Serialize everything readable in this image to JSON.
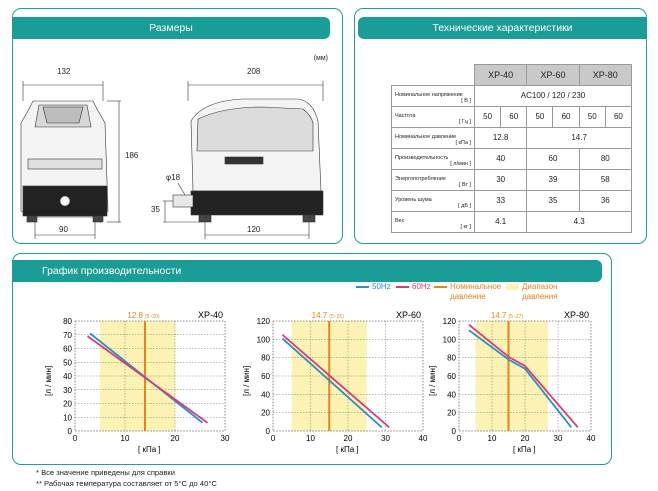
{
  "dimensions": {
    "title": "Размеры",
    "unit": "(мм)",
    "front_width": "132",
    "height": "186",
    "base_width": "90",
    "side_length": "208",
    "pipe_diameter": "φ18",
    "pipe_height": "35",
    "foot_span": "120"
  },
  "specs": {
    "title": "Технические характеристики",
    "models": [
      "XP-40",
      "XP-60",
      "XP-80"
    ],
    "rows": [
      {
        "label": "Номинальное напряжение",
        "unit": "[ В ]",
        "cells": [
          "AC100 / 120 / 230"
        ]
      },
      {
        "label": "Частота",
        "unit": "[ Гц ]",
        "cells": [
          "50",
          "60",
          "50",
          "60",
          "50",
          "60"
        ]
      },
      {
        "label": "Номинальное давление",
        "unit": "[ кПа ]",
        "cells": [
          "12.8",
          "14.7"
        ]
      },
      {
        "label": "Производительность",
        "unit": "[ л/мин ]",
        "cells": [
          "40",
          "60",
          "80"
        ]
      },
      {
        "label": "Энергопотребление",
        "unit": "[ Вт ]",
        "cells": [
          "30",
          "39",
          "58"
        ]
      },
      {
        "label": "Уровень шума",
        "unit": "[ дБ ]",
        "cells": [
          "33",
          "35",
          "36"
        ]
      },
      {
        "label": "Вес",
        "unit": "[ кг ]",
        "cells": [
          "4.1",
          "4.3"
        ]
      }
    ]
  },
  "performance": {
    "title": "График производительности",
    "legend": {
      "hz50": "50Hz",
      "hz60": "60Hz",
      "nominal": "Номинальное давление",
      "range": "Диапазон давления"
    },
    "colors": {
      "hz50": "#2a8fc9",
      "hz60": "#d63b7c",
      "nominal": "#e8821e",
      "range": "#fbf2b3"
    },
    "ylabel": "[л / мин]",
    "xlabel": "[ кПа ]",
    "notes": [
      "*  Все значение приведены для справки",
      "** Рабочая температура составляет от 5°C до 40°C"
    ]
  },
  "chart_data": [
    {
      "type": "line",
      "title": "XP-40",
      "xlim": [
        0,
        30
      ],
      "ylim": [
        0,
        80
      ],
      "xticks": [
        0,
        10,
        20,
        30
      ],
      "yticks": [
        0,
        10,
        20,
        30,
        40,
        50,
        60,
        70,
        80
      ],
      "nominal": 14,
      "nominal_label": "12.8",
      "range_label": "(5~20)",
      "range": [
        5,
        20
      ],
      "series": [
        {
          "name": "50Hz",
          "x": [
            3,
            25.5
          ],
          "y": [
            71,
            6
          ]
        },
        {
          "name": "60Hz",
          "x": [
            2.5,
            26.5
          ],
          "y": [
            69,
            6
          ]
        }
      ]
    },
    {
      "type": "line",
      "title": "XP-60",
      "xlim": [
        0,
        40
      ],
      "ylim": [
        0,
        120
      ],
      "xticks": [
        0,
        10,
        20,
        30,
        40
      ],
      "yticks": [
        0,
        20,
        40,
        60,
        80,
        100,
        120
      ],
      "nominal": 15,
      "nominal_label": "14.7",
      "range_label": "(5~25)",
      "range": [
        5,
        25
      ],
      "series": [
        {
          "name": "50Hz",
          "x": [
            2.5,
            29
          ],
          "y": [
            101,
            4
          ]
        },
        {
          "name": "60Hz",
          "x": [
            2.5,
            31
          ],
          "y": [
            105,
            4
          ]
        }
      ]
    },
    {
      "type": "line",
      "title": "XP-80",
      "xlim": [
        0,
        40
      ],
      "ylim": [
        0,
        120
      ],
      "xticks": [
        0,
        10,
        20,
        30,
        40
      ],
      "yticks": [
        0,
        20,
        40,
        60,
        80,
        100,
        120
      ],
      "nominal": 15,
      "nominal_label": "14.7",
      "range_label": "(5~27)",
      "range": [
        5,
        27
      ],
      "series": [
        {
          "name": "50Hz",
          "x": [
            3,
            15,
            20,
            34
          ],
          "y": [
            110,
            78,
            68,
            4
          ]
        },
        {
          "name": "60Hz",
          "x": [
            3,
            15,
            20,
            36
          ],
          "y": [
            116,
            81,
            71,
            4
          ]
        }
      ]
    }
  ]
}
